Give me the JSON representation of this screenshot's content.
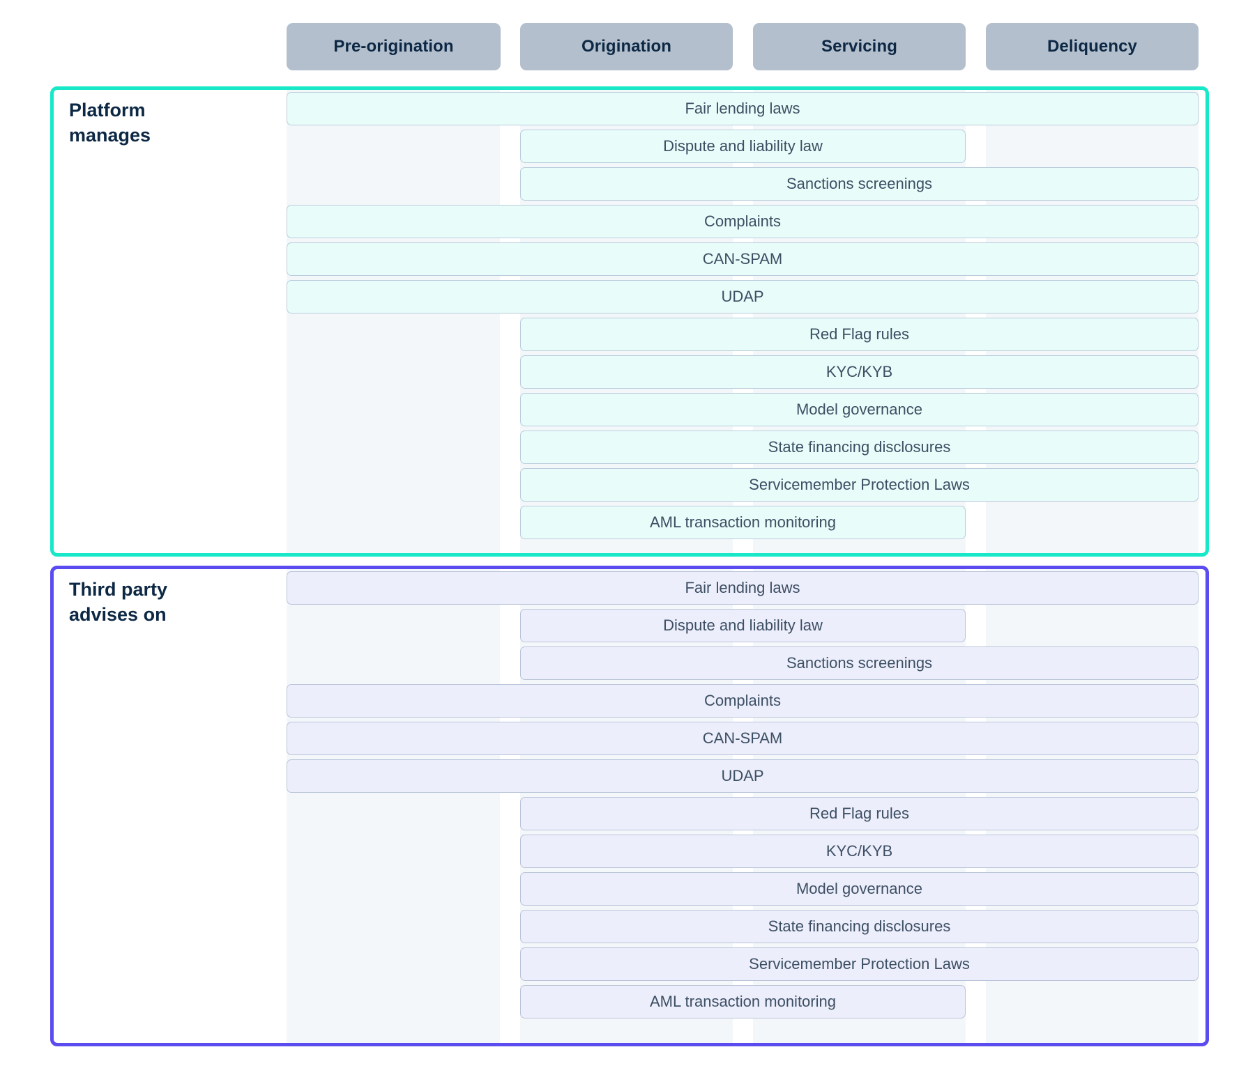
{
  "theme": {
    "pill_bg": "#b3bfcd",
    "pill_text": "#0d2844",
    "platform_border": "#19e8c8",
    "platform_bar_bg": "#e8fdfa",
    "third_border": "#5b4cf0",
    "third_bar_bg": "#edeefb",
    "bar_border": "#b9ccdb",
    "bar_text": "#3c4f63",
    "column_stripe": "#f4f7fa",
    "page_bg": "#ffffff"
  },
  "columns": [
    {
      "label": "Pre-origination"
    },
    {
      "label": "Origination"
    },
    {
      "label": "Servicing"
    },
    {
      "label": "Deliquency"
    }
  ],
  "sections": [
    {
      "title_line1": "Platform",
      "title_line2": "manages",
      "rows": [
        {
          "label": "Fair lending laws",
          "span": "1-4"
        },
        {
          "label": "Dispute and liability law",
          "span": "2-3"
        },
        {
          "label": "Sanctions screenings",
          "span": "2-4"
        },
        {
          "label": "Complaints",
          "span": "1-4"
        },
        {
          "label": "CAN-SPAM",
          "span": "1-4"
        },
        {
          "label": "UDAP",
          "span": "1-4"
        },
        {
          "label": "Red Flag rules",
          "span": "2-4"
        },
        {
          "label": "KYC/KYB",
          "span": "2-4"
        },
        {
          "label": "Model governance",
          "span": "2-4"
        },
        {
          "label": "State financing disclosures",
          "span": "2-4"
        },
        {
          "label": "Servicemember Protection Laws",
          "span": "2-4"
        },
        {
          "label": "AML transaction monitoring",
          "span": "2-3"
        }
      ]
    },
    {
      "title_line1": "Third party",
      "title_line2": "advises on",
      "rows": [
        {
          "label": "Fair lending laws",
          "span": "1-4"
        },
        {
          "label": "Dispute and liability law",
          "span": "2-3"
        },
        {
          "label": "Sanctions screenings",
          "span": "2-4"
        },
        {
          "label": "Complaints",
          "span": "1-4"
        },
        {
          "label": "CAN-SPAM",
          "span": "1-4"
        },
        {
          "label": "UDAP",
          "span": "1-4"
        },
        {
          "label": "Red Flag rules",
          "span": "2-4"
        },
        {
          "label": "KYC/KYB",
          "span": "2-4"
        },
        {
          "label": "Model governance",
          "span": "2-4"
        },
        {
          "label": "State financing disclosures",
          "span": "2-4"
        },
        {
          "label": "Servicemember Protection Laws",
          "span": "2-4"
        },
        {
          "label": "AML transaction monitoring",
          "span": "2-3"
        }
      ]
    }
  ],
  "chart_data": {
    "type": "table",
    "title": "",
    "categories": [
      "Pre-origination",
      "Origination",
      "Servicing",
      "Deliquency"
    ],
    "series": [
      {
        "name": "Platform manages",
        "items": [
          {
            "label": "Fair lending laws",
            "columns": [
              "Pre-origination",
              "Origination",
              "Servicing",
              "Deliquency"
            ]
          },
          {
            "label": "Dispute and liability law",
            "columns": [
              "Origination",
              "Servicing"
            ]
          },
          {
            "label": "Sanctions screenings",
            "columns": [
              "Origination",
              "Servicing",
              "Deliquency"
            ]
          },
          {
            "label": "Complaints",
            "columns": [
              "Pre-origination",
              "Origination",
              "Servicing",
              "Deliquency"
            ]
          },
          {
            "label": "CAN-SPAM",
            "columns": [
              "Pre-origination",
              "Origination",
              "Servicing",
              "Deliquency"
            ]
          },
          {
            "label": "UDAP",
            "columns": [
              "Pre-origination",
              "Origination",
              "Servicing",
              "Deliquency"
            ]
          },
          {
            "label": "Red Flag rules",
            "columns": [
              "Origination",
              "Servicing",
              "Deliquency"
            ]
          },
          {
            "label": "KYC/KYB",
            "columns": [
              "Origination",
              "Servicing",
              "Deliquency"
            ]
          },
          {
            "label": "Model governance",
            "columns": [
              "Origination",
              "Servicing",
              "Deliquency"
            ]
          },
          {
            "label": "State financing disclosures",
            "columns": [
              "Origination",
              "Servicing",
              "Deliquency"
            ]
          },
          {
            "label": "Servicemember Protection Laws",
            "columns": [
              "Origination",
              "Servicing",
              "Deliquency"
            ]
          },
          {
            "label": "AML transaction monitoring",
            "columns": [
              "Origination",
              "Servicing"
            ]
          }
        ]
      },
      {
        "name": "Third party advises on",
        "items": [
          {
            "label": "Fair lending laws",
            "columns": [
              "Pre-origination",
              "Origination",
              "Servicing",
              "Deliquency"
            ]
          },
          {
            "label": "Dispute and liability law",
            "columns": [
              "Origination",
              "Servicing"
            ]
          },
          {
            "label": "Sanctions screenings",
            "columns": [
              "Origination",
              "Servicing",
              "Deliquency"
            ]
          },
          {
            "label": "Complaints",
            "columns": [
              "Pre-origination",
              "Origination",
              "Servicing",
              "Deliquency"
            ]
          },
          {
            "label": "CAN-SPAM",
            "columns": [
              "Pre-origination",
              "Origination",
              "Servicing",
              "Deliquency"
            ]
          },
          {
            "label": "UDAP",
            "columns": [
              "Pre-origination",
              "Origination",
              "Servicing",
              "Deliquency"
            ]
          },
          {
            "label": "Red Flag rules",
            "columns": [
              "Origination",
              "Servicing",
              "Deliquency"
            ]
          },
          {
            "label": "KYC/KYB",
            "columns": [
              "Origination",
              "Servicing",
              "Deliquency"
            ]
          },
          {
            "label": "Model governance",
            "columns": [
              "Origination",
              "Servicing",
              "Deliquency"
            ]
          },
          {
            "label": "State financing disclosures",
            "columns": [
              "Origination",
              "Servicing",
              "Deliquency"
            ]
          },
          {
            "label": "Servicemember Protection Laws",
            "columns": [
              "Origination",
              "Servicing",
              "Deliquency"
            ]
          },
          {
            "label": "AML transaction monitoring",
            "columns": [
              "Origination",
              "Servicing"
            ]
          }
        ]
      }
    ],
    "xlabel": "",
    "ylabel": "",
    "legend": [
      "Platform manages",
      "Third party advises on"
    ],
    "grid": false
  }
}
